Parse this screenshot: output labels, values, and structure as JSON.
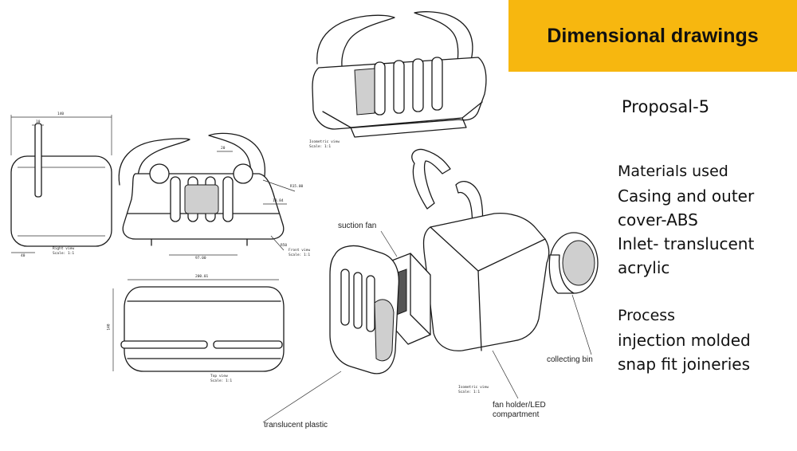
{
  "slide": {
    "title": "Dimensional drawings",
    "proposal": "Proposal-5",
    "materials_heading": "Materials used",
    "materials_lines": [
      "Casing and outer",
      "cover-ABS",
      "Inlet- translucent",
      "acrylic"
    ],
    "process_heading": "Process",
    "process_lines": [
      "injection molded",
      "snap fit joineries"
    ],
    "accent_color": "#f7b70f"
  },
  "callouts": {
    "suction_fan": "suction fan",
    "collecting_bin": "collecting bin",
    "fan_holder_1": "fan holder/LED",
    "fan_holder_2": "compartment",
    "translucent_plastic": "translucent plastic"
  },
  "views": {
    "right_view": "Right view",
    "right_scale": "Scale: 1:1",
    "front_view": "Front view",
    "front_scale": "Scale: 1:1",
    "top_view": "Top view",
    "top_scale": "Scale: 1:1",
    "iso_view_top": "Isometric view",
    "iso_scale_top": "Scale: 1:1",
    "iso_view_bottom": "Isometric view",
    "iso_scale_bottom": "Scale: 1:1"
  },
  "dimensions": {
    "right_width": "140",
    "right_slot": "10",
    "right_depth": "40",
    "front_slot": "20",
    "front_r1": "R15.00",
    "front_19": "19.84",
    "front_bottom": "97.00",
    "front_r2": "R50",
    "top_width": "200.01",
    "top_height": "140"
  }
}
